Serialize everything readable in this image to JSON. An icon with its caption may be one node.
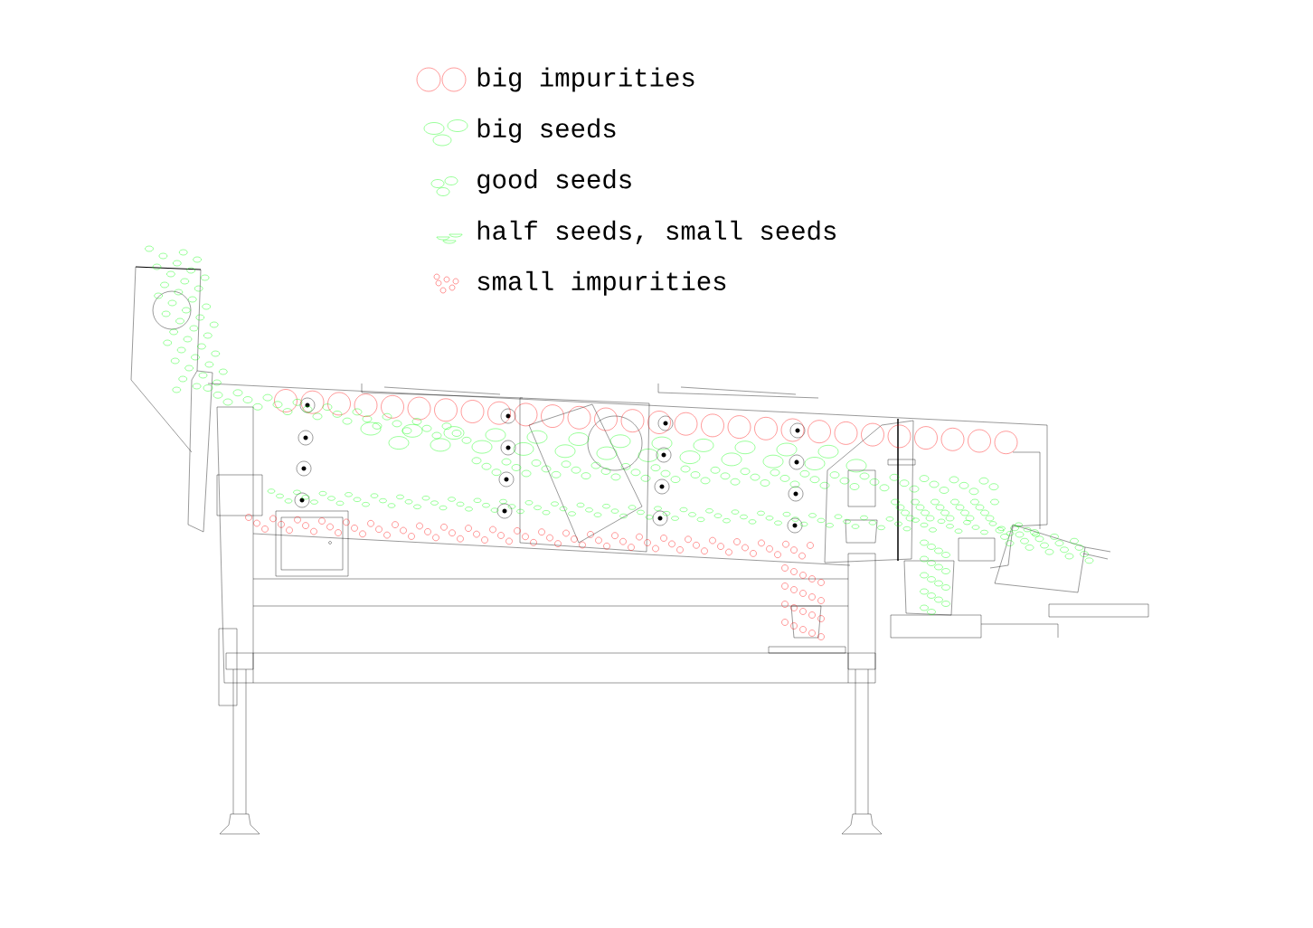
{
  "diagram": {
    "legend": [
      {
        "text": "big impurities"
      },
      {
        "text": "big seeds"
      },
      {
        "text": "good seeds"
      },
      {
        "text": "half seeds, small seeds"
      },
      {
        "text": "small impurities"
      }
    ]
  }
}
